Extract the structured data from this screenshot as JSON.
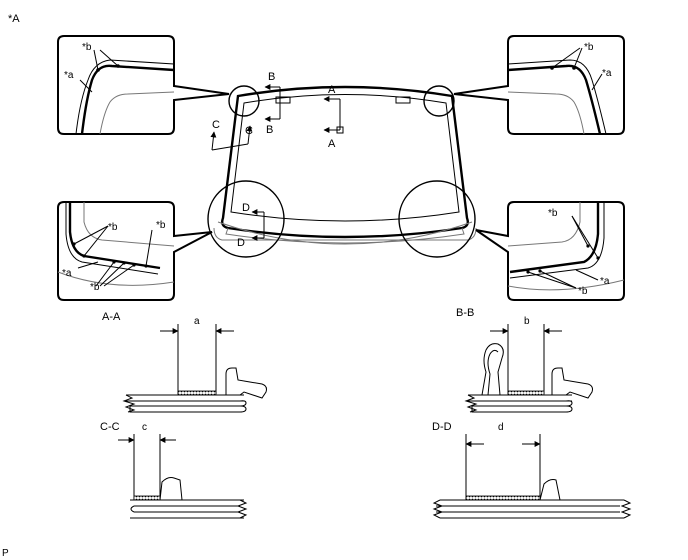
{
  "figure_label": "*A",
  "callouts": {
    "a": "*a",
    "b": "*b"
  },
  "section_markers": {
    "A": "A",
    "B": "B",
    "C": "C",
    "D": "D"
  },
  "sections": [
    {
      "title": "A-A",
      "dim": "a"
    },
    {
      "title": "B-B",
      "dim": "b"
    },
    {
      "title": "C-C",
      "dim": "c"
    },
    {
      "title": "D-D",
      "dim": "d"
    }
  ],
  "footer_code": "P"
}
